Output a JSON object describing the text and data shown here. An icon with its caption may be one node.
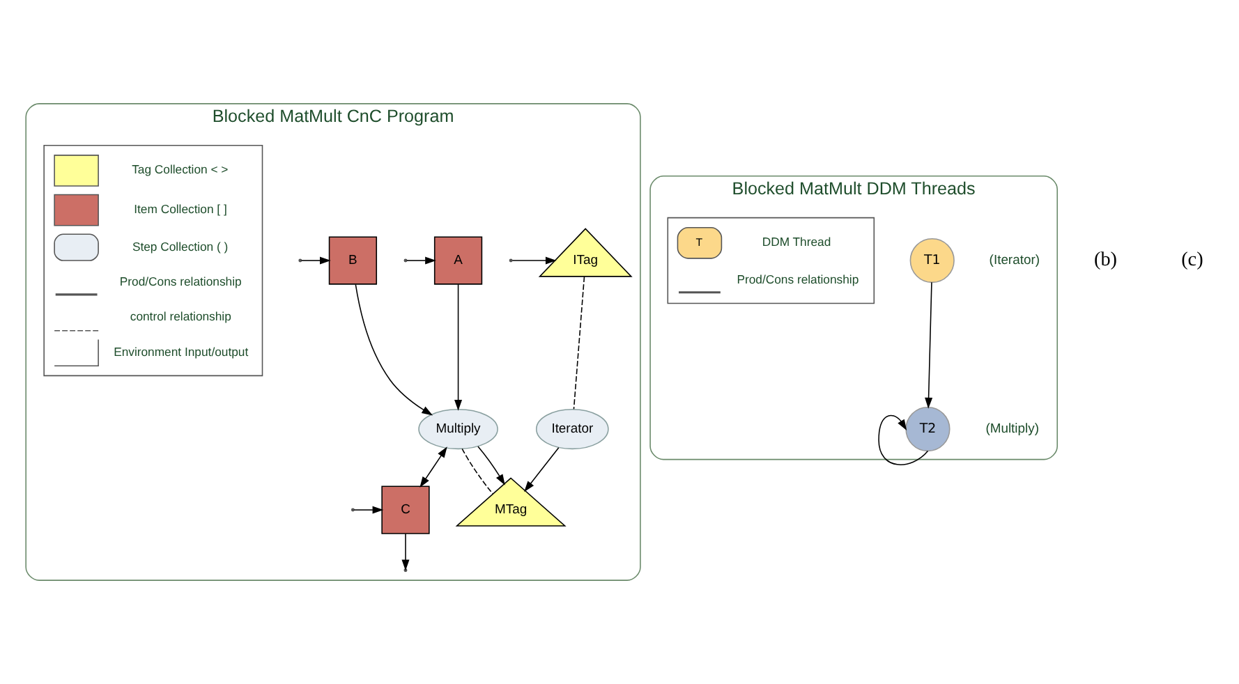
{
  "diagram": {
    "nodes": [
      {
        "text": [
          "Blocked MatMult CnC Program"
        ]
      },
      {
        "text": [
          "ITag"
        ],
        "in": 0
      },
      {
        "text": [
          "Iterator"
        ],
        "in": 0
      },
      {
        "text": [
          "MTag"
        ],
        "in": 0
      },
      {
        "text": [
          "A"
        ],
        "in": 0
      },
      {
        "text": [
          "B"
        ],
        "in": 0
      },
      {
        "text": [
          "Multiply"
        ],
        "in": 0
      },
      {
        "text": [
          "C"
        ],
        "in": 0
      },
      {
        "text": [
          "Blocked MatMult DDM Threads"
        ]
      },
      {
        "text": [
          "T1"
        ],
        "in": 8,
        "beside": [
          "(Iterator)"
        ]
      },
      {
        "text": [
          "T2"
        ],
        "in": 8,
        "beside": [
          "(Multiply)"
        ]
      }
    ],
    "edges": [
      {
        "from": null,
        "to": 1,
        "arrow": "to"
      },
      {
        "from": 1,
        "to": 2,
        "arrow": "none",
        "style": "dashed"
      },
      {
        "from": 2,
        "to": 3,
        "arrow": "to"
      },
      {
        "from": null,
        "to": 4,
        "arrow": "to"
      },
      {
        "from": null,
        "to": 5,
        "arrow": "to"
      },
      {
        "from": 4,
        "to": 6,
        "arrow": "to"
      },
      {
        "from": 5,
        "to": 6,
        "arrow": "to"
      },
      {
        "from": 6,
        "to": 3,
        "arrow": "none",
        "style": "dashed"
      },
      {
        "from": 6,
        "to": 3,
        "arrow": "to"
      },
      {
        "from": 6,
        "to": 7,
        "arrow": "both"
      },
      {
        "from": 7,
        "to": null,
        "arrow": "to"
      },
      {
        "from": null,
        "to": 7,
        "arrow": "to"
      },
      {
        "from": 9,
        "to": 10,
        "arrow": "to"
      },
      {
        "from": 10,
        "to": 10,
        "arrow": "to"
      }
    ],
    "labels": [
      "(b)",
      "(c)",
      "T"
    ],
    "legend": [
      {
        "text": "Tag Collection < >"
      },
      {
        "text": "Item Collection [ ]"
      },
      {
        "text": "Step Collection ( )"
      },
      {
        "text": "Prod/Cons relationship"
      },
      {
        "text": "control relationship"
      },
      {
        "text": "Environment Input/output"
      },
      {
        "text": "DDM Thread"
      },
      {
        "text": "Prod/Cons relationship"
      }
    ]
  }
}
